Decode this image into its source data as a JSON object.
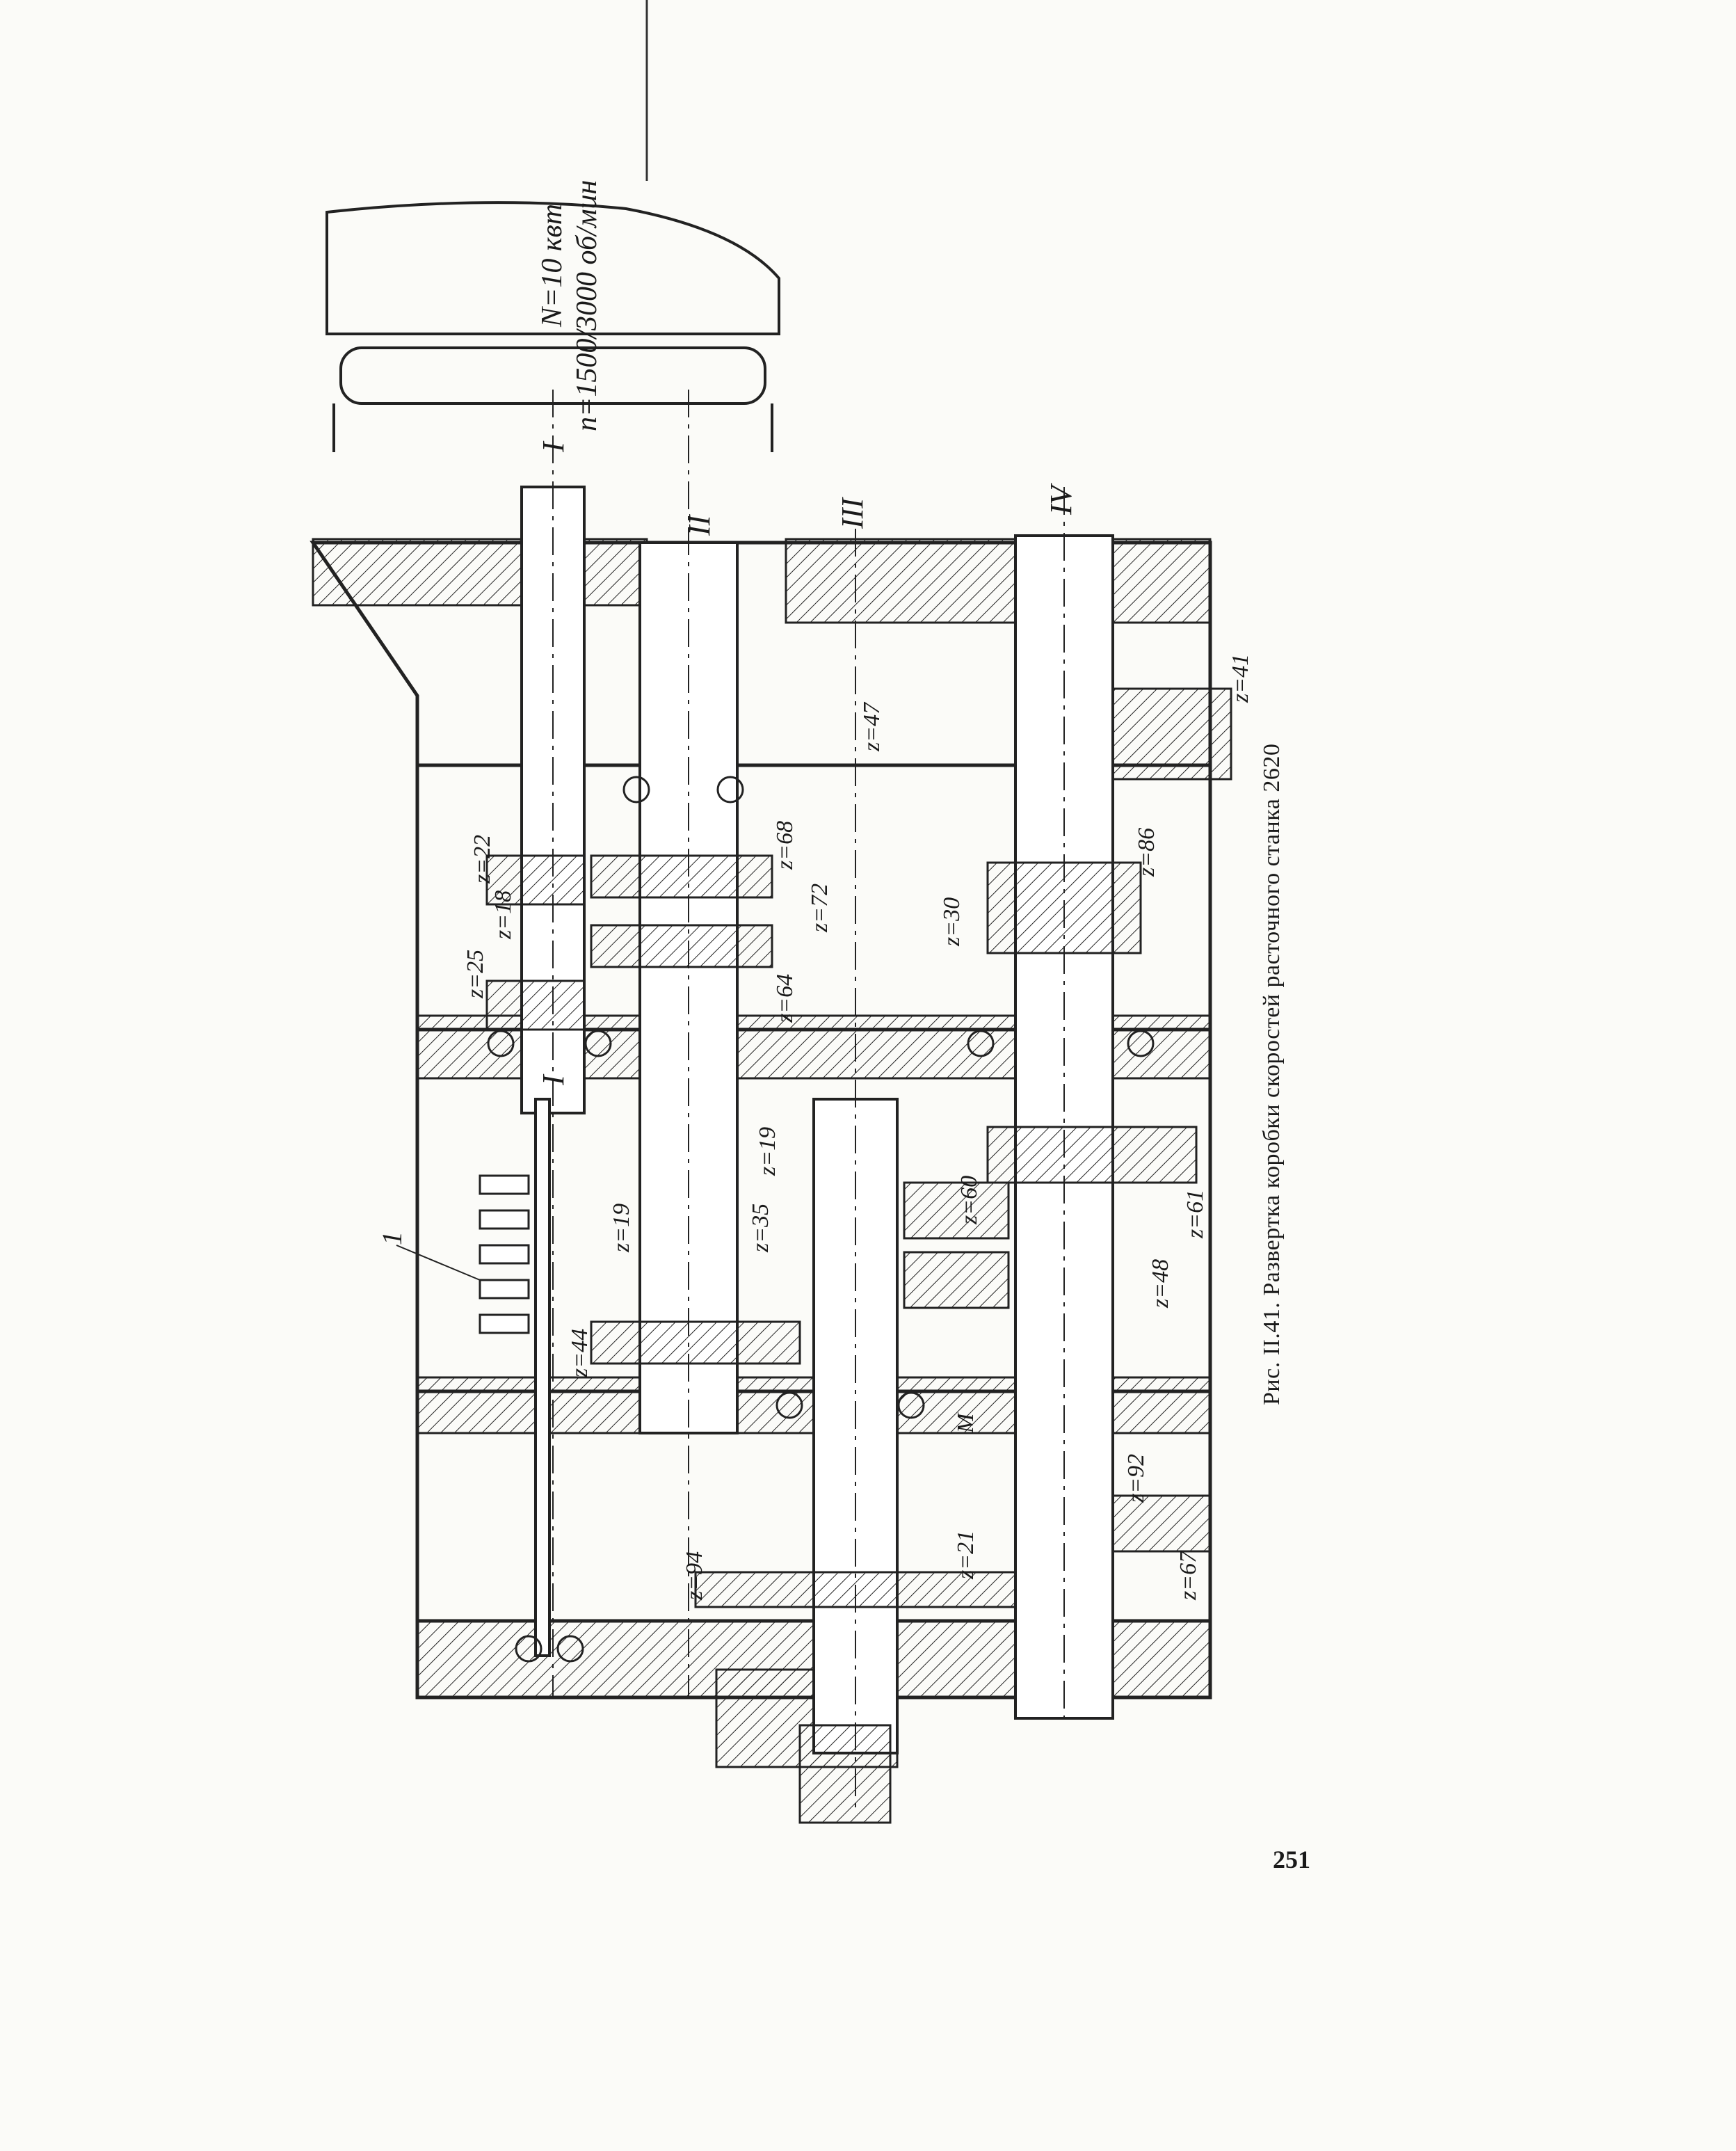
{
  "motor": {
    "power": "N=10 квт",
    "speed": "n=1500/3000 об/мин"
  },
  "shafts": [
    "I",
    "II",
    "III",
    "IV",
    "I"
  ],
  "gears": {
    "z22": "z=22",
    "z18": "z=18",
    "z25": "z=25",
    "z68": "z=68",
    "z72": "z=72",
    "z64": "z=64",
    "z47": "z=47",
    "z30": "z=30",
    "z86": "z=86",
    "z41": "z=41",
    "z19a": "z=19",
    "z19b": "z=19",
    "z35": "z=35",
    "z44": "z=44",
    "z60": "z=60",
    "z61": "z=61",
    "z48": "z=48",
    "z92": "z=92",
    "z67": "z=67",
    "z21": "z=21",
    "z94": "z=94"
  },
  "labels": {
    "part1": "1",
    "clutch": "M"
  },
  "caption": "Рис. II.41. Развертка коробки скоростей расточного станка 2620",
  "page_number": "251"
}
